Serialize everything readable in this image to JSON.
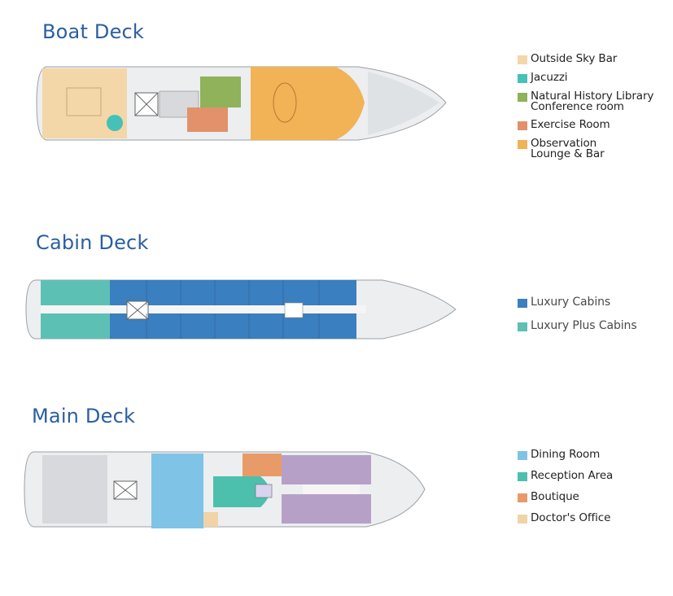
{
  "decks": [
    {
      "id": "boat",
      "title": "Boat Deck",
      "legend": [
        {
          "label": "Outside Sky Bar",
          "color": "#f3d7a8"
        },
        {
          "label": "Jacuzzi",
          "color": "#45c1b8"
        },
        {
          "label": "Natural History Library\nConference room",
          "color": "#8fb25a"
        },
        {
          "label": "Exercise Room",
          "color": "#e3916a"
        },
        {
          "label": "Observation\nLounge & Bar",
          "color": "#f2b256"
        }
      ]
    },
    {
      "id": "cabin",
      "title": "Cabin Deck",
      "legend": [
        {
          "label": "Luxury Cabins",
          "color": "#3a7fbf"
        },
        {
          "label": "Luxury Plus Cabins",
          "color": "#5cc0b5"
        }
      ]
    },
    {
      "id": "main",
      "title": "Main Deck",
      "legend": [
        {
          "label": "Dining Room",
          "color": "#7fc3e6"
        },
        {
          "label": "Reception Area",
          "color": "#4cc0ad"
        },
        {
          "label": "Boutique",
          "color": "#e89b68"
        },
        {
          "label": "Doctor's Office",
          "color": "#f1d3a6"
        }
      ]
    }
  ],
  "colors": {
    "hull": "#eceef0",
    "hull_outline": "#9aa0a6",
    "stairs": "#ffffff",
    "walkway": "#f5f5f5",
    "cabin_purple": "#b7a0c8",
    "light_gray": "#d7d9dc"
  }
}
